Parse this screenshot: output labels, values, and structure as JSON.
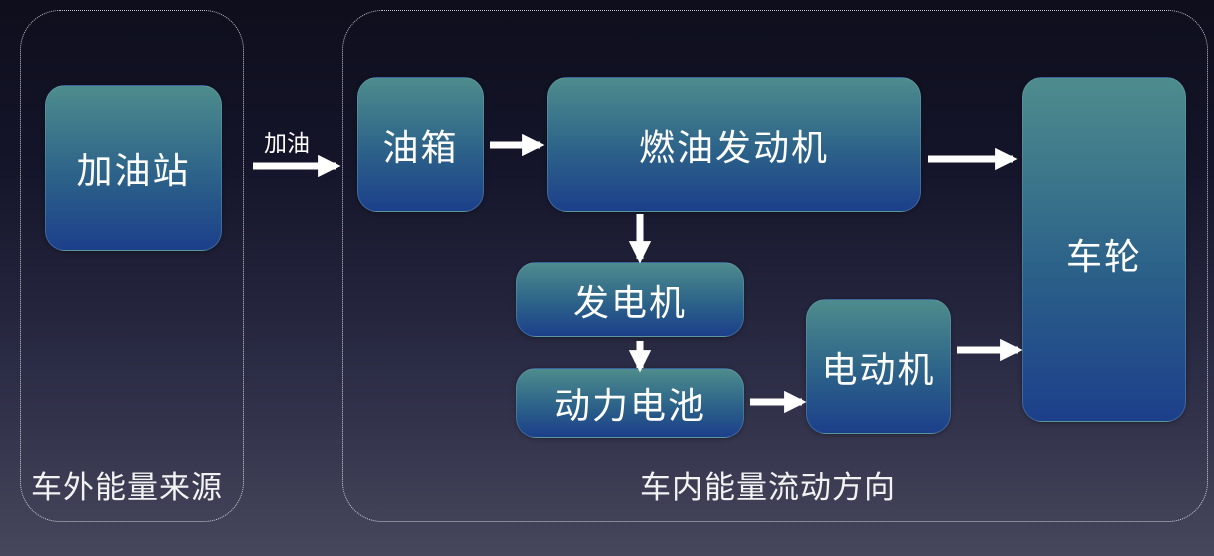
{
  "regions": {
    "external": {
      "label": "车外能量来源"
    },
    "internal": {
      "label": "车内能量流动方向"
    }
  },
  "nodes": {
    "gas_station": "加油站",
    "fuel_tank": "油箱",
    "engine": "燃油发动机",
    "generator": "发电机",
    "battery": "动力电池",
    "motor": "电动机",
    "wheels": "车轮"
  },
  "edges": {
    "refuel_label": "加油"
  },
  "colors": {
    "box_top": "#4d8c8d",
    "box_bottom": "#1c3f8a",
    "arrow": "#ffffff"
  }
}
